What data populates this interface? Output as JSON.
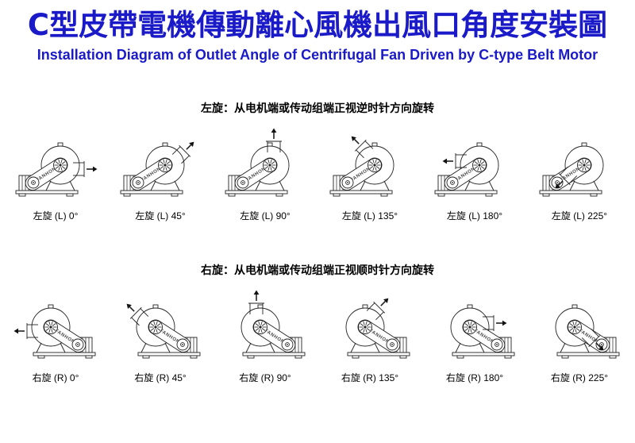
{
  "page": {
    "title": "C型皮帶電機傳動離心風機出風口角度安裝圖",
    "subtitle": "Installation Diagram of Outlet Angle of Centrifugal Fan Driven by C-type Belt Motor"
  },
  "colors": {
    "title_blue": "#1a1ac8",
    "line_color": "#222222",
    "arrow_color": "#111111"
  },
  "fan_brand_label": "FANHON",
  "sections": [
    {
      "header": "左旋：从电机端或传动组端正视逆时针方向旋转",
      "rotation_code": "L",
      "mirror": false,
      "items": [
        {
          "label": "左旋 (L) 0°",
          "angle": 0
        },
        {
          "label": "左旋 (L) 45°",
          "angle": 45
        },
        {
          "label": "左旋 (L) 90°",
          "angle": 90
        },
        {
          "label": "左旋 (L) 135°",
          "angle": 135
        },
        {
          "label": "左旋 (L) 180°",
          "angle": 180
        },
        {
          "label": "左旋 (L) 225°",
          "angle": 225
        }
      ]
    },
    {
      "header": "右旋：从电机端或传动组端正视顺时针方向旋转",
      "rotation_code": "R",
      "mirror": true,
      "items": [
        {
          "label": "右旋 (R) 0°",
          "angle": 0
        },
        {
          "label": "右旋 (R) 45°",
          "angle": 45
        },
        {
          "label": "右旋 (R) 90°",
          "angle": 90
        },
        {
          "label": "右旋 (R) 135°",
          "angle": 135
        },
        {
          "label": "右旋 (R) 180°",
          "angle": 180
        },
        {
          "label": "右旋 (R) 225°",
          "angle": 225
        }
      ]
    }
  ]
}
